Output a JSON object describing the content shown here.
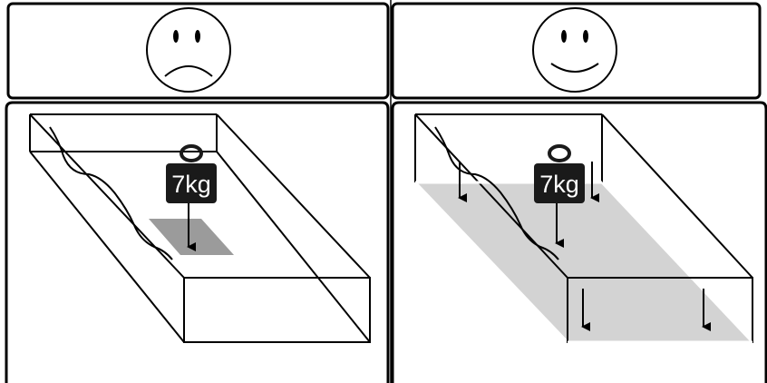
{
  "panels": [
    {
      "mood": "sad",
      "weight_label": "7kg",
      "pressure_area": "small",
      "colors": {
        "pressure_fill": "#9b9b9b"
      }
    },
    {
      "mood": "happy",
      "weight_label": "7kg",
      "pressure_area": "whole-base",
      "colors": {
        "pressure_fill": "#d3d3d3"
      }
    }
  ],
  "icons": [
    "sad-face-icon",
    "happy-face-icon",
    "weight-icon",
    "down-arrow-icon"
  ],
  "colors": {
    "line": "#000000",
    "weight_body": "#1a1a1a",
    "background": "#ffffff"
  }
}
